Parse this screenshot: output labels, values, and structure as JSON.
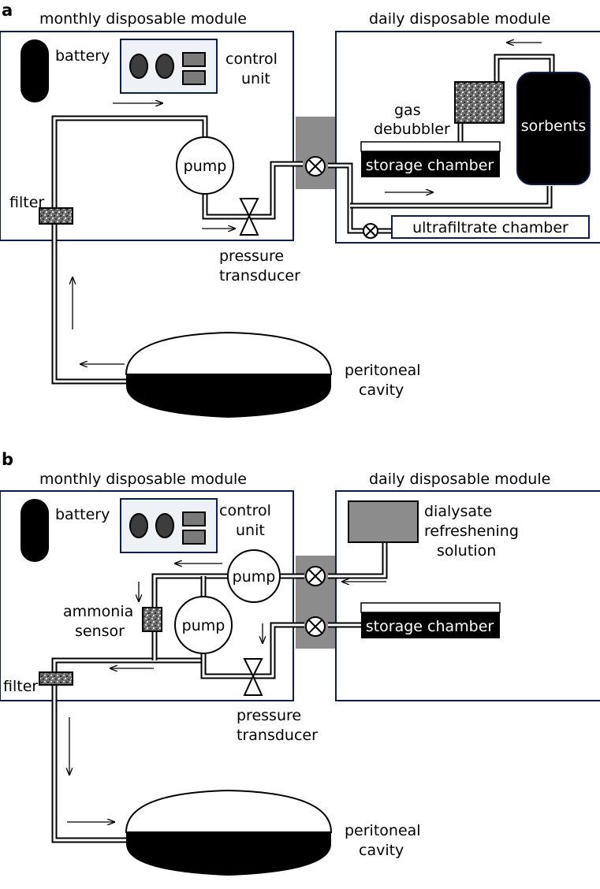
{
  "panel_a": {
    "letter": "a",
    "monthly_module": "monthly disposable module",
    "daily_module": "daily disposable module",
    "battery": "battery",
    "control_unit_line1": "control",
    "control_unit_line2": "unit",
    "pump": "pump",
    "filter": "filter",
    "pressure_transducer_line1": "pressure",
    "pressure_transducer_line2": "transducer",
    "gas_debubbler_line1": "gas",
    "gas_debubbler_line2": "debubbler",
    "sorbents": "sorbents",
    "storage_chamber": "storage chamber",
    "ultrafiltrate_chamber": "ultrafiltrate chamber",
    "peritoneal_cavity_line1": "peritoneal",
    "peritoneal_cavity_line2": "cavity"
  },
  "panel_b": {
    "letter": "b",
    "monthly_module": "monthly disposable module",
    "daily_module": "daily disposable module",
    "battery": "battery",
    "control_unit_line1": "control",
    "control_unit_line2": "unit",
    "pump": "pump",
    "pump2": "pump",
    "ammonia_sensor_line1": "ammonia",
    "ammonia_sensor_line2": "sensor",
    "filter": "filter",
    "pressure_transducer_line1": "pressure",
    "pressure_transducer_line2": "transducer",
    "dialysate_line1": "dialysate",
    "dialysate_line2": "refreshening",
    "dialysate_line3": "solution",
    "storage_chamber": "storage chamber",
    "peritoneal_cavity_line1": "peritoneal",
    "peritoneal_cavity_line2": "cavity"
  }
}
